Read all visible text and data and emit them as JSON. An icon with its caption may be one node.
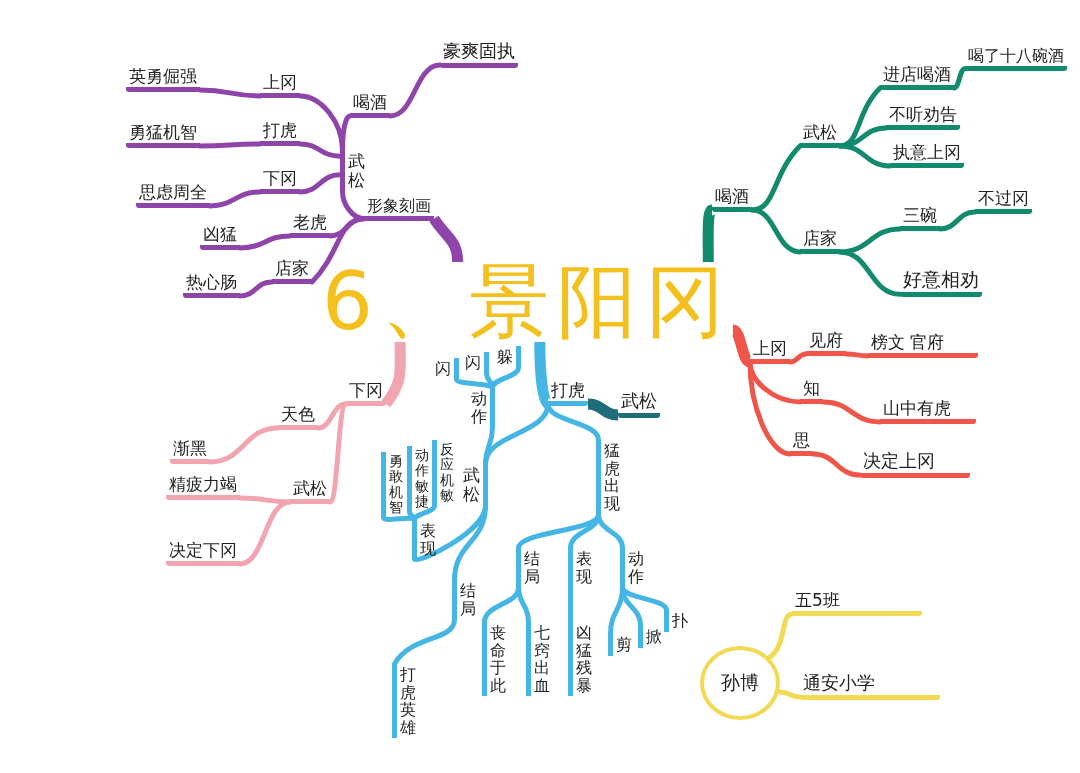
{
  "diagram": {
    "nodes": [
      {
        "text": [
          "6、景阳冈"
        ]
      },
      {
        "text": [
          "形象刻画"
        ]
      },
      {
        "text": [
          "武松"
        ]
      },
      {
        "text": [
          "喝酒"
        ]
      },
      {
        "text": [
          "豪爽固执"
        ]
      },
      {
        "text": [
          "上冈"
        ]
      },
      {
        "text": [
          "英勇倔强"
        ]
      },
      {
        "text": [
          "打虎"
        ]
      },
      {
        "text": [
          "勇猛机智"
        ]
      },
      {
        "text": [
          "下冈"
        ]
      },
      {
        "text": [
          "思虑周全"
        ]
      },
      {
        "text": [
          "老虎"
        ]
      },
      {
        "text": [
          "凶猛"
        ]
      },
      {
        "text": [
          "店家"
        ]
      },
      {
        "text": [
          "热心肠"
        ]
      },
      {
        "text": [
          "喝酒"
        ]
      },
      {
        "text": [
          "武松"
        ]
      },
      {
        "text": [
          "进店喝酒"
        ]
      },
      {
        "text": [
          "喝了十八碗酒"
        ]
      },
      {
        "text": [
          "不听劝告"
        ]
      },
      {
        "text": [
          "执意上冈"
        ]
      },
      {
        "text": [
          "店家"
        ]
      },
      {
        "text": [
          "三碗"
        ]
      },
      {
        "text": [
          "不过冈"
        ]
      },
      {
        "text": [
          "好意相劝"
        ]
      },
      {
        "text": [
          "上冈"
        ]
      },
      {
        "text": [
          "见府"
        ]
      },
      {
        "text": [
          "榜文 官府"
        ]
      },
      {
        "text": [
          "知"
        ]
      },
      {
        "text": [
          "山中有虎"
        ]
      },
      {
        "text": [
          "思"
        ]
      },
      {
        "text": [
          "决定上冈"
        ]
      },
      {
        "text": [
          "下冈"
        ]
      },
      {
        "text": [
          "天色"
        ]
      },
      {
        "text": [
          "渐黑"
        ]
      },
      {
        "text": [
          "武松"
        ]
      },
      {
        "text": [
          "精疲力竭"
        ]
      },
      {
        "text": [
          "决定下冈"
        ]
      },
      {
        "text": [
          "打虎"
        ]
      },
      {
        "text": [
          "武松"
        ]
      },
      {
        "text": [
          "武松"
        ]
      },
      {
        "text": [
          "动作"
        ]
      },
      {
        "text": [
          "躲"
        ]
      },
      {
        "text": [
          "闪"
        ]
      },
      {
        "text": [
          "闪"
        ]
      },
      {
        "text": [
          "表现"
        ]
      },
      {
        "text": [
          "反应机敏"
        ]
      },
      {
        "text": [
          "动作敏捷"
        ]
      },
      {
        "text": [
          "勇敢机智"
        ]
      },
      {
        "text": [
          "结局"
        ]
      },
      {
        "text": [
          "打虎英雄"
        ]
      },
      {
        "text": [
          "猛虎出现"
        ]
      },
      {
        "text": [
          "结局"
        ]
      },
      {
        "text": [
          "丧命于此"
        ]
      },
      {
        "text": [
          "七窍出血"
        ]
      },
      {
        "text": [
          "表现"
        ]
      },
      {
        "text": [
          "凶猛残暴"
        ]
      },
      {
        "text": [
          "动作"
        ]
      },
      {
        "text": [
          "扑"
        ]
      },
      {
        "text": [
          "掀"
        ]
      },
      {
        "text": [
          "剪"
        ]
      },
      {
        "text": [
          "孙博"
        ]
      },
      {
        "text": [
          "五5班"
        ]
      },
      {
        "text": [
          "通安小学"
        ]
      }
    ],
    "edges": [
      {
        "from": 0,
        "to": 1,
        "arrow": "none",
        "style": "thick",
        "color": "#8e44a8"
      },
      {
        "from": 1,
        "to": 2,
        "arrow": "none",
        "color": "#8e44a8"
      },
      {
        "from": 2,
        "to": 3,
        "arrow": "none",
        "color": "#8e44a8"
      },
      {
        "from": 3,
        "to": 4,
        "arrow": "none",
        "color": "#8e44a8"
      },
      {
        "from": 2,
        "to": 5,
        "arrow": "none",
        "color": "#8e44a8"
      },
      {
        "from": 5,
        "to": 6,
        "arrow": "none",
        "color": "#8e44a8"
      },
      {
        "from": 2,
        "to": 7,
        "arrow": "none",
        "color": "#8e44a8"
      },
      {
        "from": 7,
        "to": 8,
        "arrow": "none",
        "color": "#8e44a8"
      },
      {
        "from": 2,
        "to": 9,
        "arrow": "none",
        "color": "#8e44a8"
      },
      {
        "from": 9,
        "to": 10,
        "arrow": "none",
        "color": "#8e44a8"
      },
      {
        "from": 1,
        "to": 11,
        "arrow": "none",
        "color": "#8e44a8"
      },
      {
        "from": 11,
        "to": 12,
        "arrow": "none",
        "color": "#8e44a8"
      },
      {
        "from": 1,
        "to": 13,
        "arrow": "none",
        "color": "#8e44a8"
      },
      {
        "from": 13,
        "to": 14,
        "arrow": "none",
        "color": "#8e44a8"
      },
      {
        "from": 0,
        "to": 15,
        "arrow": "none",
        "style": "thick",
        "color": "#128a6e"
      },
      {
        "from": 15,
        "to": 16,
        "arrow": "none",
        "color": "#128a6e"
      },
      {
        "from": 16,
        "to": 17,
        "arrow": "none",
        "color": "#128a6e"
      },
      {
        "from": 17,
        "to": 18,
        "arrow": "none",
        "color": "#128a6e"
      },
      {
        "from": 16,
        "to": 19,
        "arrow": "none",
        "color": "#128a6e"
      },
      {
        "from": 16,
        "to": 20,
        "arrow": "none",
        "color": "#128a6e"
      },
      {
        "from": 15,
        "to": 21,
        "arrow": "none",
        "color": "#128a6e"
      },
      {
        "from": 21,
        "to": 22,
        "arrow": "none",
        "color": "#128a6e"
      },
      {
        "from": 22,
        "to": 23,
        "arrow": "none",
        "color": "#128a6e"
      },
      {
        "from": 21,
        "to": 24,
        "arrow": "none",
        "color": "#128a6e"
      },
      {
        "from": 0,
        "to": 25,
        "arrow": "none",
        "style": "thick",
        "color": "#f05549"
      },
      {
        "from": 25,
        "to": 26,
        "arrow": "none",
        "color": "#f05549"
      },
      {
        "from": 26,
        "to": 27,
        "arrow": "none",
        "color": "#f05549"
      },
      {
        "from": 25,
        "to": 28,
        "arrow": "none",
        "color": "#f05549"
      },
      {
        "from": 28,
        "to": 29,
        "arrow": "none",
        "color": "#f05549"
      },
      {
        "from": 25,
        "to": 30,
        "arrow": "none",
        "color": "#f05549"
      },
      {
        "from": 30,
        "to": 31,
        "arrow": "none",
        "color": "#f05549"
      },
      {
        "from": 0,
        "to": 32,
        "arrow": "none",
        "style": "thick",
        "color": "#f2a5b0"
      },
      {
        "from": 32,
        "to": 33,
        "arrow": "none",
        "color": "#f2a5b0"
      },
      {
        "from": 33,
        "to": 34,
        "arrow": "none",
        "color": "#f2a5b0"
      },
      {
        "from": 32,
        "to": 35,
        "arrow": "none",
        "color": "#f2a5b0"
      },
      {
        "from": 35,
        "to": 36,
        "arrow": "none",
        "color": "#f2a5b0"
      },
      {
        "from": 35,
        "to": 37,
        "arrow": "none",
        "color": "#f2a5b0"
      },
      {
        "from": 0,
        "to": 38,
        "arrow": "none",
        "style": "thick"
      },
      {
        "from": 38,
        "to": 39,
        "arrow": "none",
        "style": "thick",
        "color": "#1f6d7a"
      },
      {
        "from": 38,
        "to": 40,
        "arrow": "none"
      },
      {
        "from": 40,
        "to": 41,
        "arrow": "none"
      },
      {
        "from": 41,
        "to": 42,
        "arrow": "none"
      },
      {
        "from": 41,
        "to": 43,
        "arrow": "none"
      },
      {
        "from": 41,
        "to": 44,
        "arrow": "none"
      },
      {
        "from": 40,
        "to": 45,
        "arrow": "none"
      },
      {
        "from": 45,
        "to": 46,
        "arrow": "none"
      },
      {
        "from": 45,
        "to": 47,
        "arrow": "none"
      },
      {
        "from": 45,
        "to": 48,
        "arrow": "none"
      },
      {
        "from": 40,
        "to": 49,
        "arrow": "none"
      },
      {
        "from": 49,
        "to": 50,
        "arrow": "none"
      },
      {
        "from": 38,
        "to": 51,
        "arrow": "none"
      },
      {
        "from": 51,
        "to": 52,
        "arrow": "none"
      },
      {
        "from": 52,
        "to": 53,
        "arrow": "none"
      },
      {
        "from": 52,
        "to": 54,
        "arrow": "none"
      },
      {
        "from": 51,
        "to": 55,
        "arrow": "none"
      },
      {
        "from": 55,
        "to": 56,
        "arrow": "none"
      },
      {
        "from": 51,
        "to": 57,
        "arrow": "none"
      },
      {
        "from": 57,
        "to": 58,
        "arrow": "none"
      },
      {
        "from": 57,
        "to": 59,
        "arrow": "none"
      },
      {
        "from": 57,
        "to": 60,
        "arrow": "none"
      },
      {
        "from": 61,
        "to": 62,
        "arrow": "none",
        "color": "#f2da55"
      },
      {
        "from": 61,
        "to": 63,
        "arrow": "none",
        "color": "#f2da55"
      }
    ]
  }
}
